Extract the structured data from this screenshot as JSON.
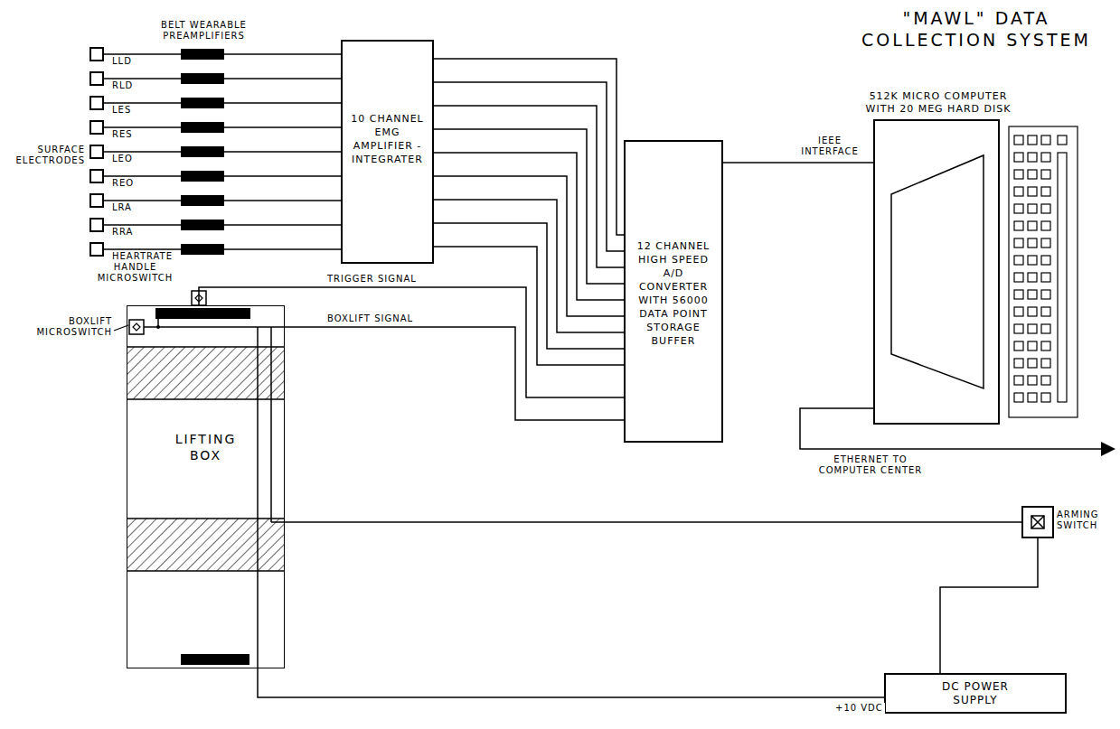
{
  "diagram": {
    "title": "\"MAWL\" DATA COLLECTION SYSTEM",
    "nodes": [
      {
        "text": [
          "10 CHANNEL EMG AMPLIFIER - INTEGRATER"
        ]
      },
      {
        "text": [
          "12 CHANNEL HIGH SPEED A/D CONVERTER WITH 56000 DATA POINT STORAGE BUFFER"
        ]
      },
      {
        "text": [
          "512K MICRO COMPUTER WITH 20 MEG HARD DISK"
        ]
      },
      {
        "text": [
          "LIFTING BOX"
        ]
      },
      {
        "text": [
          "ARMING SWITCH"
        ]
      },
      {
        "text": [
          "DC POWER SUPPLY"
        ]
      }
    ],
    "edges": [
      {
        "from": 0,
        "to": 1,
        "arrow": "none"
      },
      {
        "from": 0,
        "to": 1,
        "arrow": "none"
      },
      {
        "from": 0,
        "to": 1,
        "arrow": "none"
      },
      {
        "from": 0,
        "to": 1,
        "arrow": "none"
      },
      {
        "from": 0,
        "to": 1,
        "arrow": "none"
      },
      {
        "from": 0,
        "to": 1,
        "arrow": "none"
      },
      {
        "from": 0,
        "to": 1,
        "arrow": "none"
      },
      {
        "from": 0,
        "to": 1,
        "arrow": "none"
      },
      {
        "from": 0,
        "to": 1,
        "arrow": "none"
      },
      {
        "from": 1,
        "to": 2,
        "label": "IEEE INTERFACE",
        "arrow": "none"
      },
      {
        "from": 3,
        "to": 1,
        "label": "TRIGGER SIGNAL",
        "arrow": "none"
      },
      {
        "from": 3,
        "to": 1,
        "label": "BOXLIFT SIGNAL",
        "arrow": "none"
      },
      {
        "from": 3,
        "to": 4,
        "arrow": "none"
      },
      {
        "from": 4,
        "to": 5,
        "arrow": "none"
      },
      {
        "from": 3,
        "to": 5,
        "label": "+10 VDC",
        "arrow": "none"
      }
    ],
    "labels": [
      "BELT WEARABLE PREAMPLIFIERS",
      "SURFACE ELECTRODES",
      "LLD",
      "RLD",
      "LES",
      "RES",
      "LEO",
      "REO",
      "LRA",
      "RRA",
      "HEARTRATE",
      "HANDLE MICROSWITCH",
      "BOXLIFT MICROSWITCH",
      "ETHERNET TO COMPUTER CENTER"
    ]
  }
}
